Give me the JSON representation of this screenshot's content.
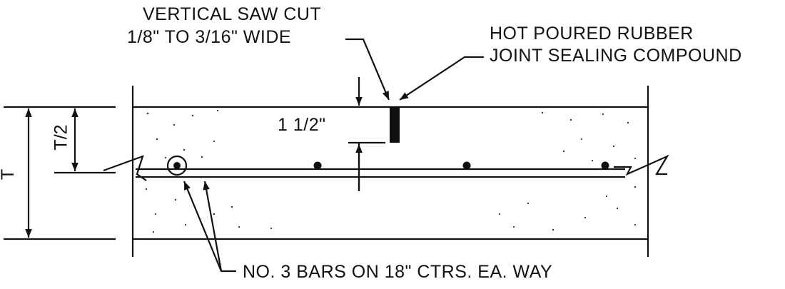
{
  "labels": {
    "saw_cut_line1": "VERTICAL SAW CUT",
    "saw_cut_line2": "1/8\" TO 3/16\" WIDE",
    "sealant_line1": "HOT POURED RUBBER",
    "sealant_line2": "JOINT SEALING COMPOUND",
    "depth_dimension": "1 1/2\"",
    "bars_note": "NO. 3 BARS ON 18\" CTRS. EA. WAY",
    "thickness_dimension": "T",
    "half_thickness_dimension": "T/2"
  },
  "colors": {
    "line": "#111111",
    "background": "#ffffff"
  }
}
